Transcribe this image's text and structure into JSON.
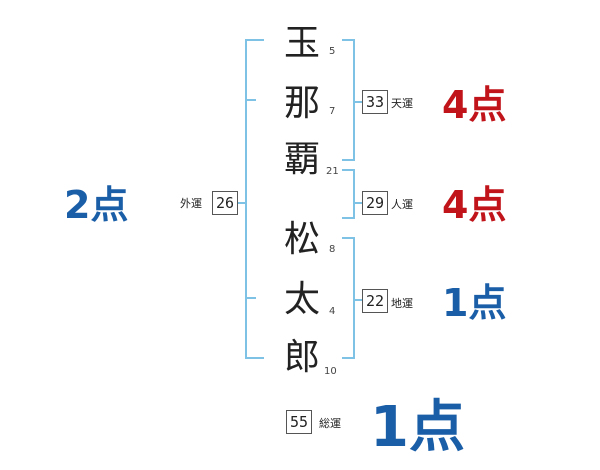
{
  "name": {
    "characters": [
      {
        "char": "玉",
        "strokes": "5"
      },
      {
        "char": "那",
        "strokes": "7"
      },
      {
        "char": "覇",
        "strokes": "21"
      },
      {
        "char": "松",
        "strokes": "8"
      },
      {
        "char": "太",
        "strokes": "4"
      },
      {
        "char": "郎",
        "strokes": "10"
      }
    ]
  },
  "fortunes": {
    "tenkaku": {
      "value": "33",
      "label": "天運",
      "score": "4点"
    },
    "jinkaku": {
      "value": "29",
      "label": "人運",
      "score": "4点"
    },
    "chikaku": {
      "value": "22",
      "label": "地運",
      "score": "1点"
    },
    "gaikaku": {
      "value": "26",
      "label": "外運",
      "score": "2点"
    },
    "soukaku": {
      "value": "55",
      "label": "総運",
      "score": "1点"
    }
  },
  "colors": {
    "bracket": "#7ec3e6",
    "score_high": "#c0141a",
    "score_low": "#1a5ea8"
  }
}
